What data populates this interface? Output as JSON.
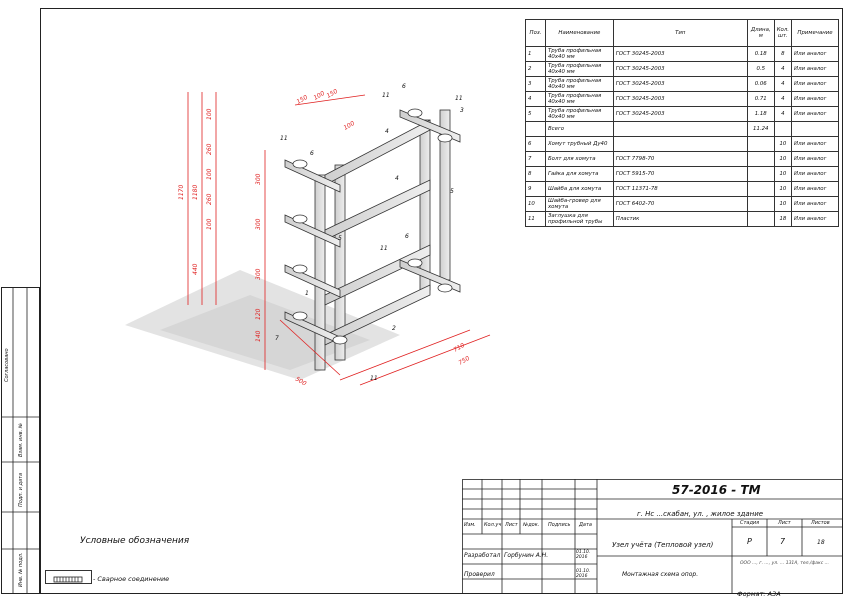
{
  "spec_table": {
    "headers": [
      "Поз.",
      "Наименование",
      "Тип",
      "Длина, м",
      "Кол. шт.",
      "Примечание"
    ],
    "rows": [
      {
        "pos": "1",
        "name": "Труба профильная 40х40 мм",
        "type": "ГОСТ 30245-2003",
        "length": "0.18",
        "qty": "8",
        "note": "Или аналог"
      },
      {
        "pos": "2",
        "name": "Труба профильная 40х40 мм",
        "type": "ГОСТ 30245-2003",
        "length": "0.5",
        "qty": "4",
        "note": "Или аналог"
      },
      {
        "pos": "3",
        "name": "Труба профильная 40х40 мм",
        "type": "ГОСТ 30245-2003",
        "length": "0.06",
        "qty": "4",
        "note": "Или аналог"
      },
      {
        "pos": "4",
        "name": "Труба профильная 40х40 мм",
        "type": "ГОСТ 30245-2003",
        "length": "0.71",
        "qty": "4",
        "note": "Или аналог"
      },
      {
        "pos": "5",
        "name": "Труба профильная 40х40 мм",
        "type": "ГОСТ 30245-2003",
        "length": "1.18",
        "qty": "4",
        "note": "Или аналог"
      },
      {
        "pos": "",
        "name": "Всего",
        "type": "",
        "length": "11.24",
        "qty": "",
        "note": ""
      },
      {
        "pos": "6",
        "name": "Хомут трубный Ду40",
        "type": "",
        "length": "",
        "qty": "10",
        "note": "Или аналог"
      },
      {
        "pos": "7",
        "name": "Болт для хомута",
        "type": "ГОСТ 7798-70",
        "length": "",
        "qty": "10",
        "note": "Или аналог"
      },
      {
        "pos": "8",
        "name": "Гайка для хомута",
        "type": "ГОСТ 5915-70",
        "length": "",
        "qty": "10",
        "note": "Или аналог"
      },
      {
        "pos": "9",
        "name": "Шайба для хомута",
        "type": "ГОСТ 11371-78",
        "length": "",
        "qty": "10",
        "note": "Или аналог"
      },
      {
        "pos": "10",
        "name": "Шайба-гровер для хомута",
        "type": "ГОСТ 6402-70",
        "length": "",
        "qty": "10",
        "note": "Или аналог"
      },
      {
        "pos": "11",
        "name": "Заглушка для профильной трубы",
        "type": "Пластик",
        "length": "",
        "qty": "18",
        "note": "Или аналог"
      }
    ]
  },
  "drawing": {
    "dims_vertical_outer": [
      "1170",
      "1180",
      "440"
    ],
    "dims_vertical_top": [
      "100",
      "260",
      "100",
      "260",
      "100"
    ],
    "dims_left": [
      "300",
      "300",
      "300",
      "120",
      "140"
    ],
    "dims_top": [
      "150",
      "100",
      "150",
      "100"
    ],
    "dims_bottom": [
      "710",
      "750",
      "500"
    ],
    "labels": [
      "11",
      "6",
      "1",
      "3",
      "4",
      "5",
      "2",
      "7"
    ]
  },
  "legend": {
    "title": "Условные обозначения",
    "weld": "- Сварное соединение"
  },
  "left_stamp": [
    "Согласовано",
    "Взам. инв. №",
    "Подп. и дата",
    "Инв. № подл."
  ],
  "title_block": {
    "code": "57-2016 - ТМ",
    "address": "г. Нс    ...скабан, ул. , жилое здание",
    "headers": [
      "Изм.",
      "Кол.уч",
      "Лист",
      "№док.",
      "Подпись",
      "Дата"
    ],
    "role_1": "Разработал",
    "person_1": "Горбунин А.Н.",
    "date_1": "01.10. 2016",
    "role_2": "Проверил",
    "date_2": "01.10. 2016",
    "sheet_title": "Узел учёта (Тепловой узел)",
    "sheet_sub": "Монтажная схема опор.",
    "stage_label": "Стадия",
    "sheet_label": "Лист",
    "sheets_label": "Листов",
    "stage": "Р",
    "sheet": "7",
    "sheets": "18",
    "org": "ООО ..., г. ..., ул. ... 131А, тел./факс ...",
    "format": "Формат: А3А"
  }
}
